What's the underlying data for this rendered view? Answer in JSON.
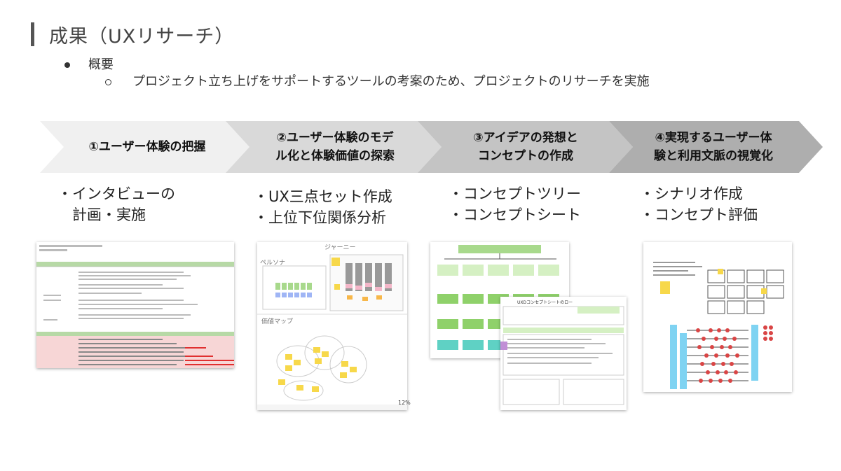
{
  "slide": {
    "title": "成果（UXリサーチ）",
    "bullet": "概要",
    "sub_bullet": "プロジェクト立ち上げをサポートするツールの考案のため、プロジェクトのリサーチを実施"
  },
  "steps": [
    {
      "label_line1": "①ユーザー体験の把握",
      "label_line2": ""
    },
    {
      "label_line1": "②ユーザー体験のモデ",
      "label_line2": "ル化と体験価値の探索"
    },
    {
      "label_line1": "③アイデアの発想と",
      "label_line2": "コンセプトの作成"
    },
    {
      "label_line1": "④実現するユーザー体",
      "label_line2": "験と利用文脈の視覚化"
    }
  ],
  "outputs": [
    {
      "line1": "・インタビューの",
      "line2": "　計画・実施"
    },
    {
      "line1": "・UX三点セット作成",
      "line2": "・上位下位関係分析"
    },
    {
      "line1": "・コンセプトツリー",
      "line2": "・コンセプトシート"
    },
    {
      "line1": "・シナリオ作成",
      "line2": "・コンセプト評価"
    }
  ],
  "thumbnails": {
    "journey_label": "ジャーニー",
    "persona_label": "ペルソナ",
    "value_map_label": "価値マップ",
    "zoom_label": "12%",
    "concept_sheet_label": "UXDコンセプトシートのロー"
  },
  "colors": {
    "chevron1": "#f0f0f0",
    "chevron2": "#d9d9d9",
    "chevron3": "#c4c4c4",
    "chevron4": "#aeaeae",
    "sticky_yellow": "#f7d84a",
    "sticky_green": "#8fd16a",
    "red_dot": "#d94545",
    "light_blue": "#7fd3f2"
  }
}
